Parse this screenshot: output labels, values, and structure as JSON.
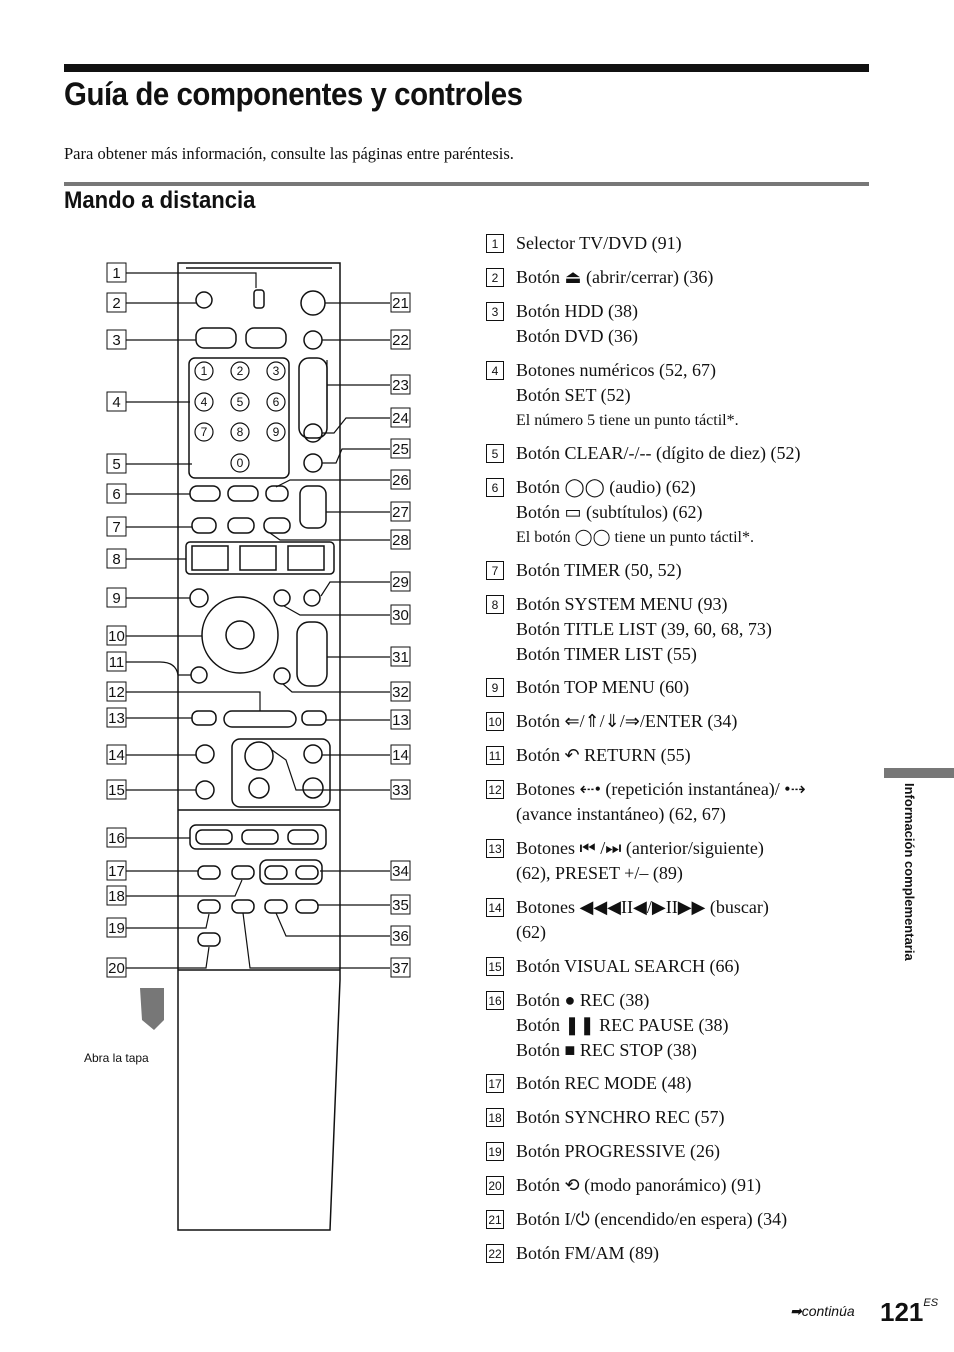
{
  "page_title": "Guía de componentes y controles",
  "intro": "Para obtener más información, consulte las páginas entre paréntesis.",
  "section_title": "Mando a distancia",
  "figure": {
    "caption": "Abra la tapa",
    "keypad": [
      "1",
      "2",
      "3",
      "4",
      "5",
      "6",
      "7",
      "8",
      "9",
      "0"
    ],
    "callouts_left": [
      "1",
      "2",
      "3",
      "4",
      "5",
      "6",
      "7",
      "8",
      "9",
      "10",
      "11",
      "12",
      "13",
      "14",
      "15",
      "16",
      "17",
      "18",
      "19",
      "20"
    ],
    "callouts_right": [
      "21",
      "22",
      "23",
      "24",
      "25",
      "26",
      "27",
      "28",
      "29",
      "30",
      "31",
      "32",
      "13",
      "14",
      "33",
      "34",
      "35",
      "36",
      "37"
    ]
  },
  "items": [
    {
      "num": "1",
      "lines": [
        "Selector TV/DVD (91)"
      ]
    },
    {
      "num": "2",
      "lines": [
        "Botón ⏏ (abrir/cerrar) (36)"
      ]
    },
    {
      "num": "3",
      "lines": [
        "Botón HDD (38)",
        "Botón DVD (36)"
      ]
    },
    {
      "num": "4",
      "lines": [
        "Botones numéricos (52, 67)",
        "Botón SET (52)"
      ],
      "note": "El número 5 tiene un punto táctil*."
    },
    {
      "num": "5",
      "lines": [
        "Botón CLEAR/-/-- (dígito de diez) (52)"
      ]
    },
    {
      "num": "6",
      "lines": [
        "Botón ◯◯ (audio) (62)",
        "Botón ▭ (subtítulos) (62)"
      ],
      "note": "El botón ◯◯ tiene un punto táctil*."
    },
    {
      "num": "7",
      "lines": [
        "Botón TIMER (50, 52)"
      ]
    },
    {
      "num": "8",
      "lines": [
        "Botón SYSTEM MENU (93)",
        "Botón TITLE LIST (39, 60, 68, 73)",
        "Botón TIMER LIST (55)"
      ]
    },
    {
      "num": "9",
      "lines": [
        "Botón TOP MENU (60)"
      ]
    },
    {
      "num": "10",
      "lines": [
        "Botón ⇐/⇑/⇓/⇒/ENTER (34)"
      ]
    },
    {
      "num": "11",
      "lines": [
        "Botón ↶ RETURN (55)"
      ]
    },
    {
      "num": "12",
      "lines": [
        "Botones ⇠• (repetición instantánea)/ •⇢",
        "(avance instantáneo) (62, 67)"
      ]
    },
    {
      "num": "13",
      "lines": [
        "Botones ⏮ /⏭ (anterior/siguiente)",
        "(62), PRESET +/– (89)"
      ]
    },
    {
      "num": "14",
      "lines": [
        "Botones ◀◀◀II◀/▶II▶▶ (buscar)",
        "(62)"
      ]
    },
    {
      "num": "15",
      "lines": [
        "Botón VISUAL SEARCH (66)"
      ]
    },
    {
      "num": "16",
      "lines": [
        "Botón ● REC (38)",
        "Botón ❚❚ REC PAUSE (38)",
        "Botón ■ REC STOP (38)"
      ]
    },
    {
      "num": "17",
      "lines": [
        "Botón REC MODE (48)"
      ]
    },
    {
      "num": "18",
      "lines": [
        "Botón SYNCHRO REC (57)"
      ]
    },
    {
      "num": "19",
      "lines": [
        "Botón PROGRESSIVE (26)"
      ]
    },
    {
      "num": "20",
      "lines": [
        "Botón ⟲ (modo panorámico) (91)"
      ]
    },
    {
      "num": "21",
      "lines": [
        "Botón I/⏻ (encendido/en espera) (34)"
      ]
    },
    {
      "num": "22",
      "lines": [
        "Botón FM/AM (89)"
      ]
    }
  ],
  "side_tab": "Información complementaria",
  "continue_label": "➡continúa",
  "page_number": "121",
  "page_suffix": "ES"
}
